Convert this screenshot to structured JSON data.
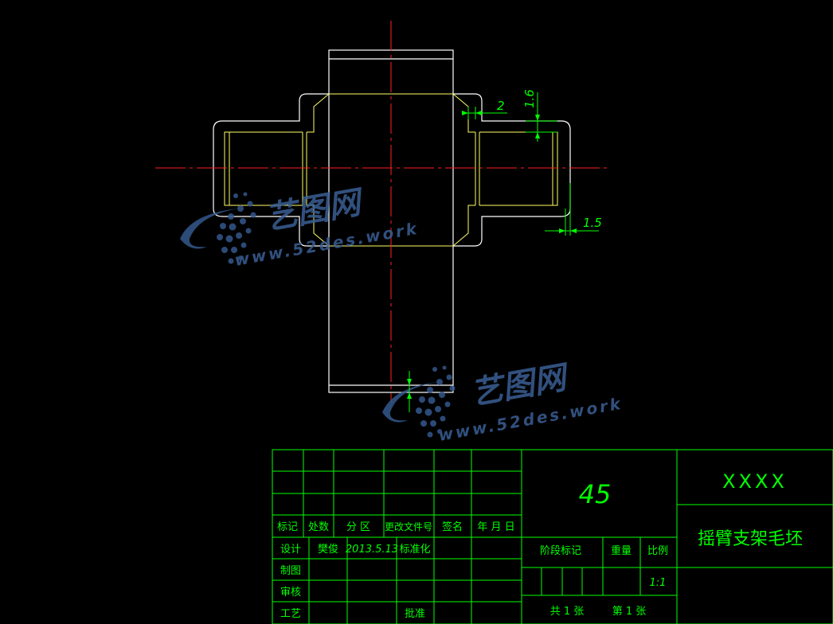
{
  "colors": {
    "background": "#000000",
    "outline": "#ffffff",
    "inner_line": "#ffff66",
    "center_line": "#ff0000",
    "dimension": "#00ff00",
    "title_block": "#00ff00",
    "watermark": "#3a5f95"
  },
  "dimensions": {
    "d1": "2",
    "d2": "1.6",
    "d3": "1.5"
  },
  "watermark": {
    "brand": "艺图网",
    "url": "www.52des.work"
  },
  "title_block": {
    "material": "45",
    "company": "XXXX",
    "part_name": "摇臂支架毛坯",
    "headers": {
      "mark": "标记",
      "count": "处数",
      "zone": "分  区",
      "change_doc": "更改文件号",
      "signature": "签名",
      "date": "年  月  日"
    },
    "roles": {
      "design": "设计",
      "draft": "制图",
      "review": "审核",
      "process": "工艺"
    },
    "designer": "樊俊",
    "design_date": "2013.5.13",
    "standardization": "标准化",
    "approve": "批准",
    "stage_mark": "阶段标记",
    "weight": "重量",
    "scale_label": "比例",
    "scale_value": "1:1",
    "total_sheets": "共  1  张",
    "sheet_no": "第  1  张"
  }
}
